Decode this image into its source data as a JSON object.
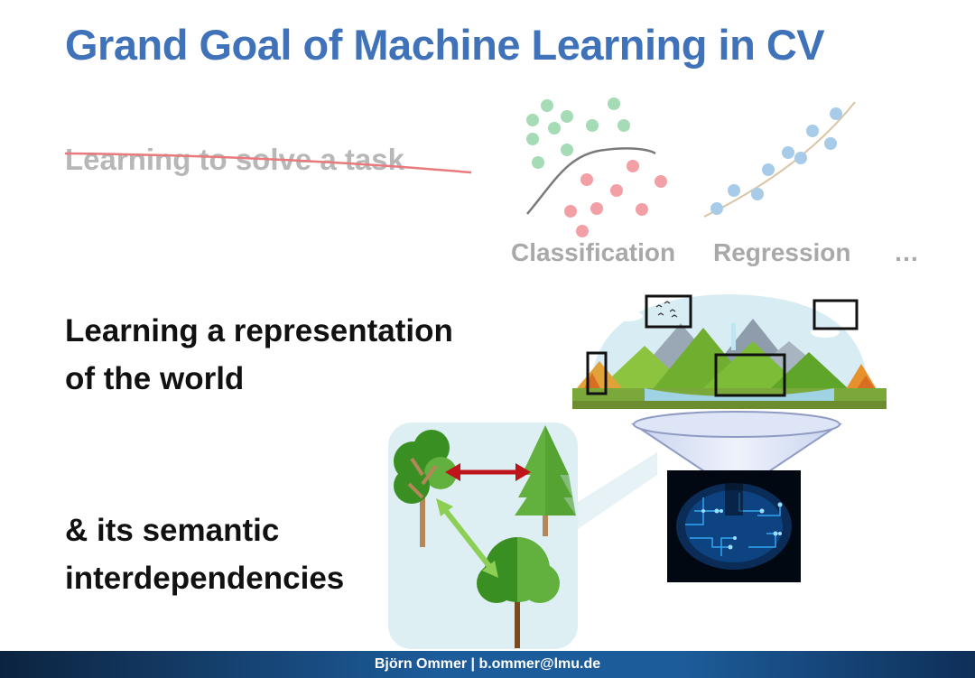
{
  "slide": {
    "title": "Grand Goal of Machine Learning in CV",
    "struck_line": "Learning to solve a task",
    "representation_line1": "Learning a representation",
    "representation_line2": "of the world",
    "semantic_line1": "& its semantic",
    "semantic_line2": "interdependencies",
    "captions": {
      "classification": "Classification",
      "regression": "Regression",
      "ellipsis": "…"
    },
    "footer": "Björn Ommer | b.ommer@lmu.de"
  },
  "colors": {
    "title": "#3f72b8",
    "strike_line": "#e8797c",
    "class_green": "#a5dcb6",
    "class_red": "#f2a0a6",
    "reg_blue": "#a7cbe9",
    "arrow_red": "#c0141c",
    "arrow_green": "#8ccf54",
    "tree_light_green": "#62b13e",
    "tree_dark_green": "#3a8f22",
    "panel_bg": "#ddeff2",
    "brain_blue": "#2a8fe0"
  }
}
